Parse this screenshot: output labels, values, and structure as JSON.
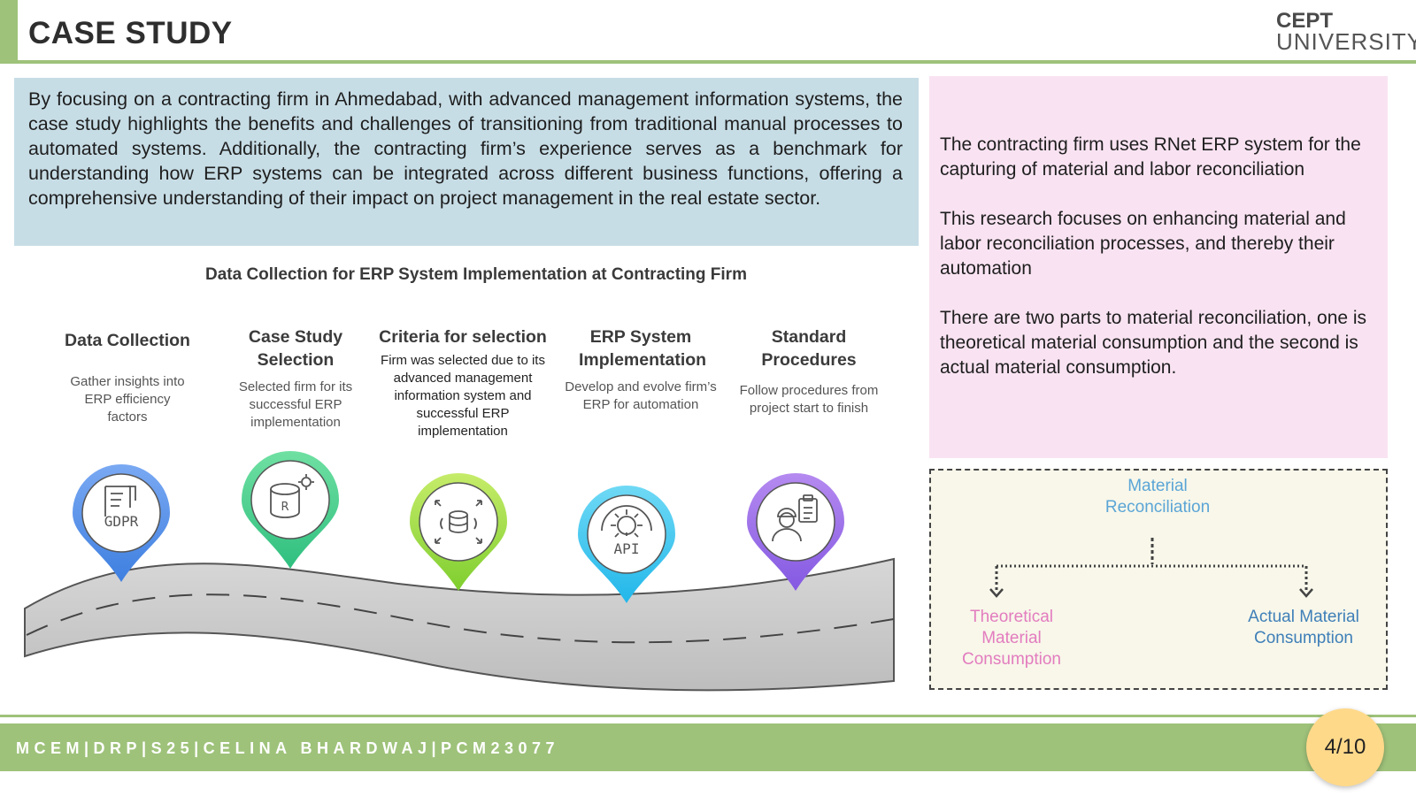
{
  "header": {
    "title": "CASE STUDY",
    "logo_line1": "CEPT",
    "logo_line2": "UNIVERSITY"
  },
  "intro": {
    "text": "By focusing on a contracting firm in  Ahmedabad, with advanced management information systems, the case study highlights the benefits and challenges of transitioning from traditional manual processes to automated systems. Additionally, the contracting firm’s experience serves as a benchmark for understanding how ERP systems can be integrated across different business functions, offering a comprehensive understanding of their impact on project management in the real estate sector."
  },
  "side_notes": [
    "The contracting firm uses RNet ERP system for the capturing of material and labor reconciliation",
    "This research focuses on enhancing material and labor reconciliation processes, and thereby their automation",
    "There are two parts to material reconciliation, one is theoretical material consumption and the second is actual material consumption."
  ],
  "roadmap": {
    "title": "Data Collection for ERP System Implementation at Contracting Firm",
    "steps": [
      {
        "title": "Data Collection",
        "desc": "Gather insights into ERP efficiency factors",
        "icon": "gdpr-document-icon",
        "icon_text": "GDPR",
        "color_top": "#7aa9f3",
        "color_bottom": "#3e7fe0"
      },
      {
        "title": "Case Study Selection",
        "desc": "Selected firm for its successful ERP implementation",
        "icon": "database-r-icon",
        "icon_text": "R",
        "color_top": "#6fe0a2",
        "color_bottom": "#2fbf7f"
      },
      {
        "title": "Criteria for selection",
        "desc": "Firm was selected due to its advanced management information system and successful ERP implementation",
        "icon": "database-expand-icon",
        "icon_text": "",
        "color_top": "#c6ec6a",
        "color_bottom": "#7fce2f"
      },
      {
        "title": "ERP System Implementation",
        "desc": "Develop and evolve firm’s ERP for automation",
        "icon": "api-gear-icon",
        "icon_text": "API",
        "color_top": "#6fd9f5",
        "color_bottom": "#22b7ea"
      },
      {
        "title": "Standard Procedures",
        "desc": "Follow procedures from project start to finish",
        "icon": "worker-clipboard-icon",
        "icon_text": "",
        "color_top": "#b58af0",
        "color_bottom": "#8459e2"
      }
    ]
  },
  "reconciliation": {
    "root": "Material Reconciliation",
    "left": "Theoretical Material Consumption",
    "right": "Actual Material Consumption",
    "root_color": "#5ba5d6",
    "left_color": "#e37cbf",
    "right_color": "#3f7fb8"
  },
  "footer": {
    "text": "MCEM|DRP|S25|CELINA BHARDWAJ|PCM23077",
    "page": "4/10"
  }
}
